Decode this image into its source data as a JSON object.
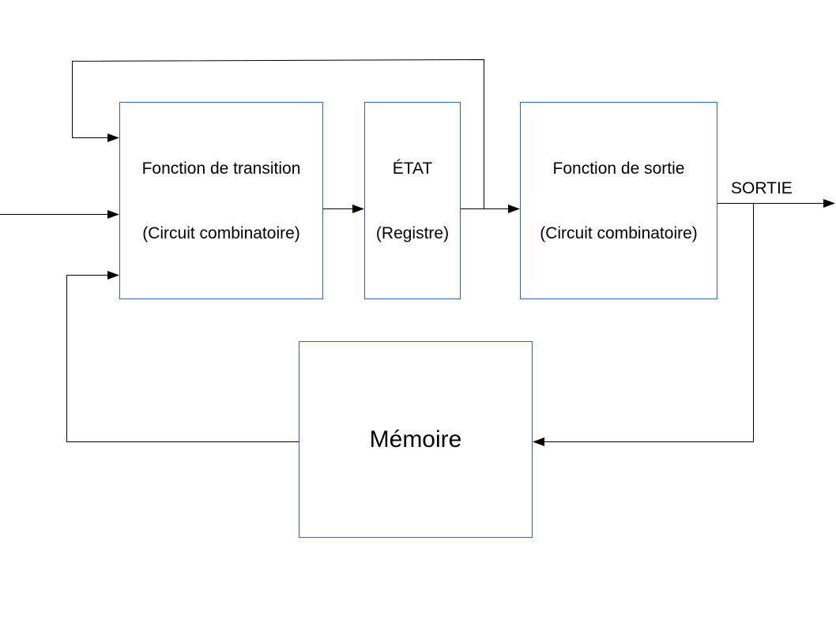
{
  "colors": {
    "box_border": "#3465a4",
    "wire": "#000000",
    "background": "#ffffff"
  },
  "blocks": {
    "transition": {
      "title": "Fonction de transition",
      "subtitle": "(Circuit combinatoire)"
    },
    "state": {
      "title": "ÉTAT",
      "subtitle": "(Registre)"
    },
    "output_function": {
      "title": "Fonction de sortie",
      "subtitle": "(Circuit combinatoire)"
    },
    "memory": {
      "title": "Mémoire"
    }
  },
  "signals": {
    "output": "SORTIE"
  }
}
